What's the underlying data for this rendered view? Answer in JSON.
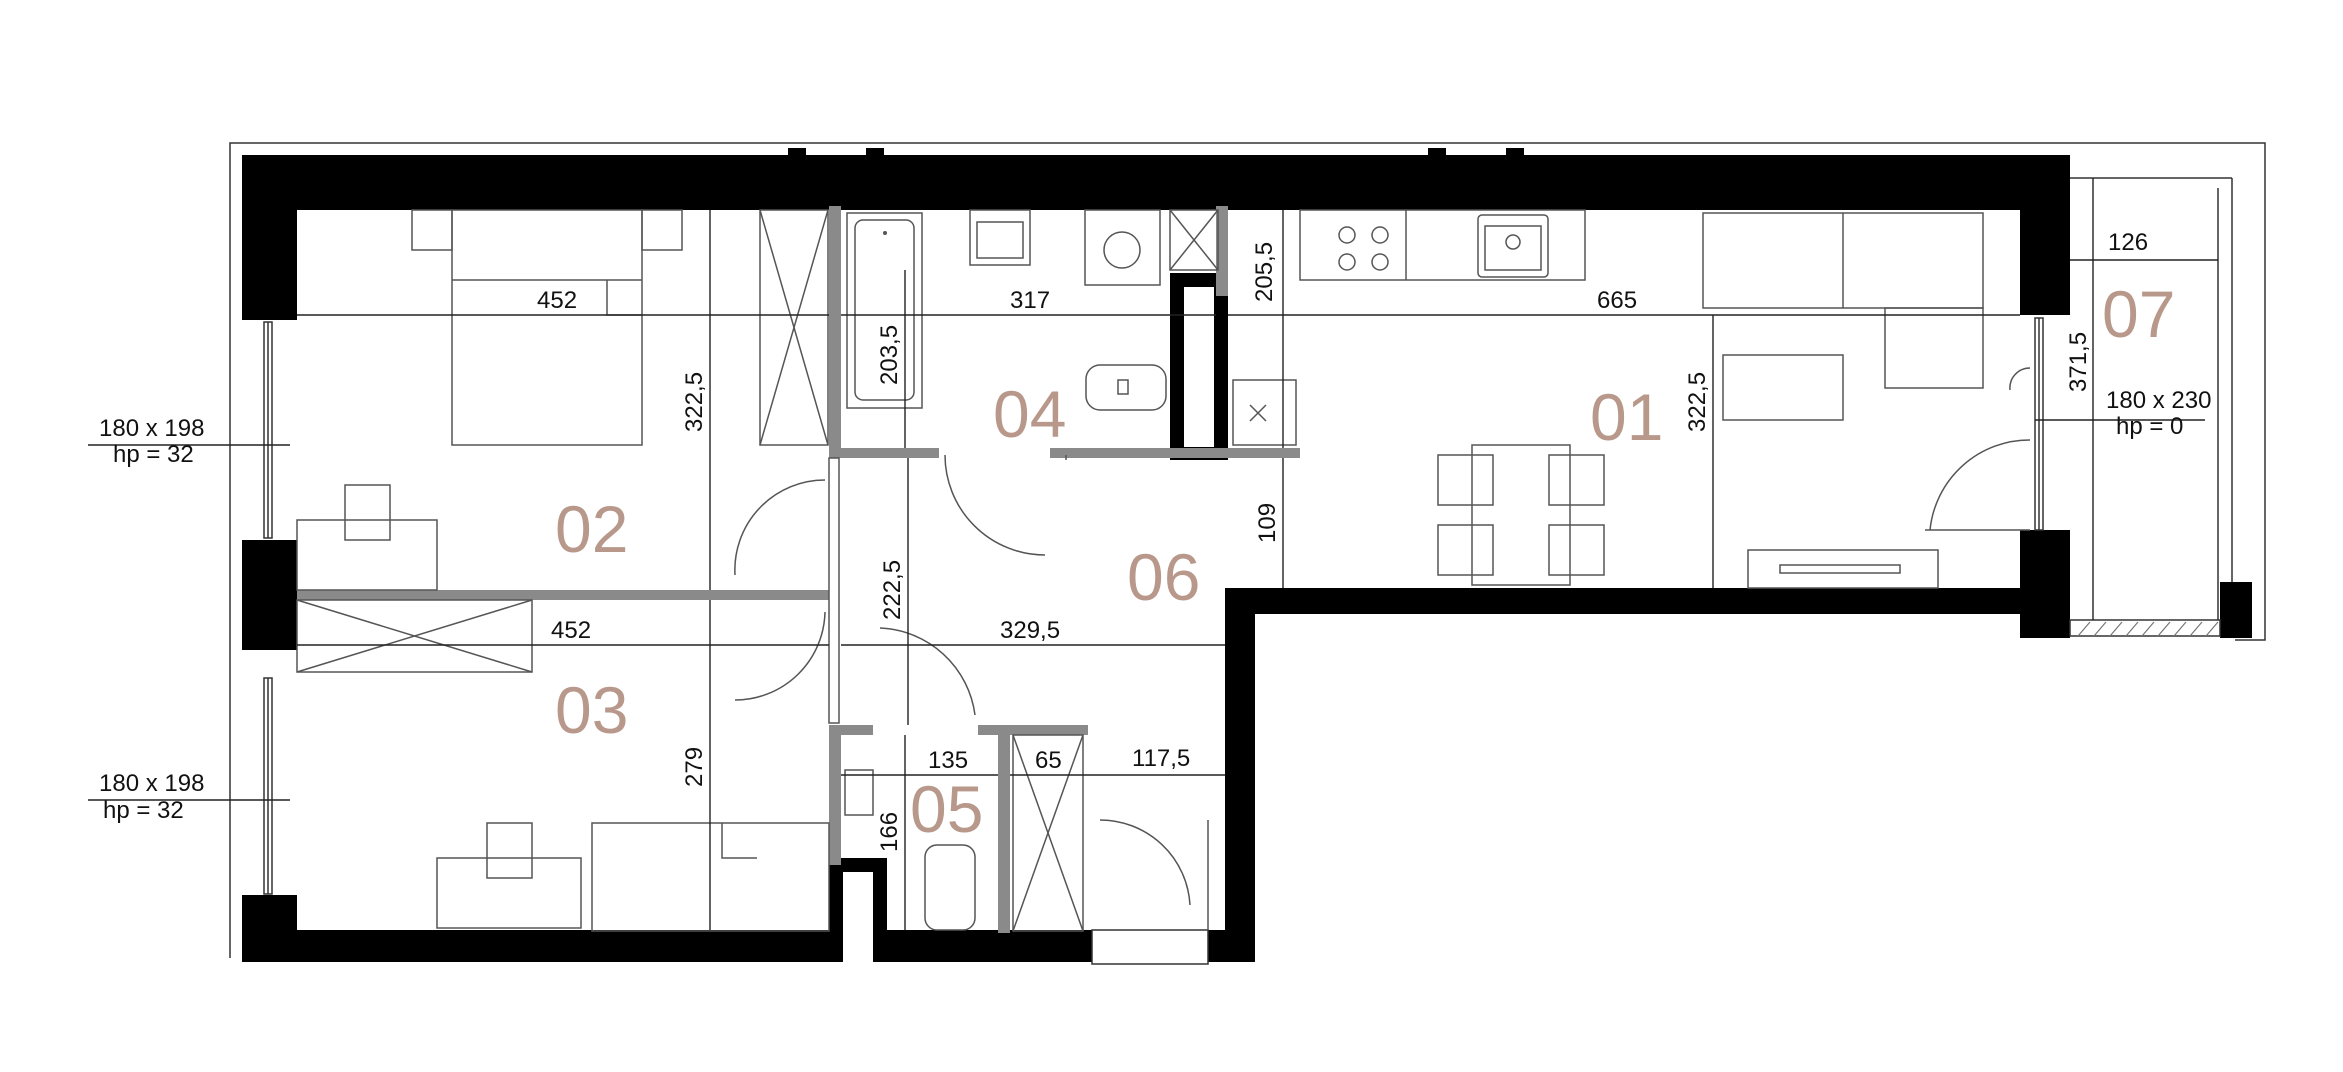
{
  "rooms": {
    "r01": "01",
    "r02": "02",
    "r03": "03",
    "r04": "04",
    "r05": "05",
    "r06": "06",
    "r07": "07"
  },
  "dimensions": {
    "d452_top": "452",
    "d317": "317",
    "d665": "665",
    "d205_5": "205,5",
    "d203_5": "203,5",
    "d322_5_left": "322,5",
    "d322_5_right": "322,5",
    "d109": "109",
    "d452_mid": "452",
    "d329_5": "329,5",
    "d222_5": "222,5",
    "d279": "279",
    "d135": "135",
    "d65": "65",
    "d117_5": "117,5",
    "d166": "166",
    "d126": "126",
    "d371_5": "371,5"
  },
  "windows": {
    "w1_size": "180 x 198",
    "w1_hp": "hp = 32",
    "w2_size": "180 x 198",
    "w2_hp": "hp = 32",
    "w3_size": "180 x 230",
    "w3_hp": "hp = 0"
  }
}
